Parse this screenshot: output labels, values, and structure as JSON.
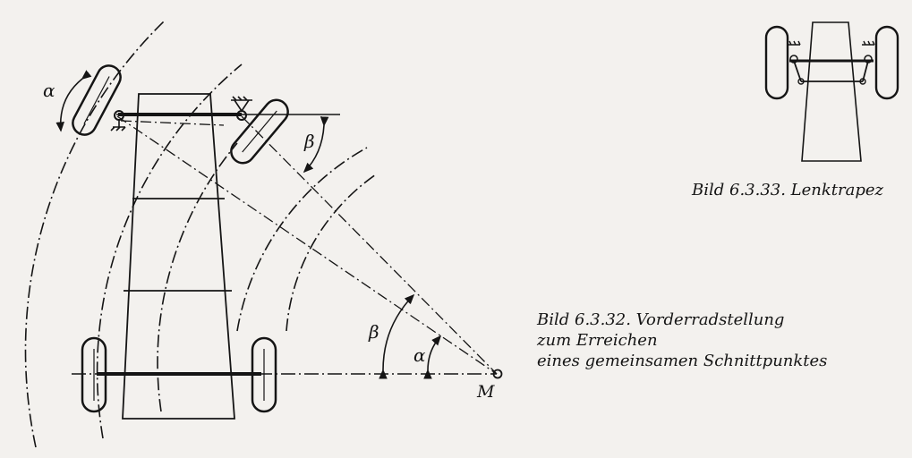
{
  "labels": {
    "alpha_top": "α",
    "beta_top": "β",
    "beta_center": "β",
    "alpha_center": "α",
    "center_point": "M"
  },
  "captions": {
    "fig_33": "Bild 6.3.33. Lenktrapez",
    "fig_32_line1": "Bild 6.3.32. Vorderradstellung",
    "fig_32_line2": "zum Erreichen",
    "fig_32_line3": "eines gemeinsamen Schnittpunktes"
  },
  "colors": {
    "ink": "#151515",
    "paper": "#f3f1ee"
  }
}
